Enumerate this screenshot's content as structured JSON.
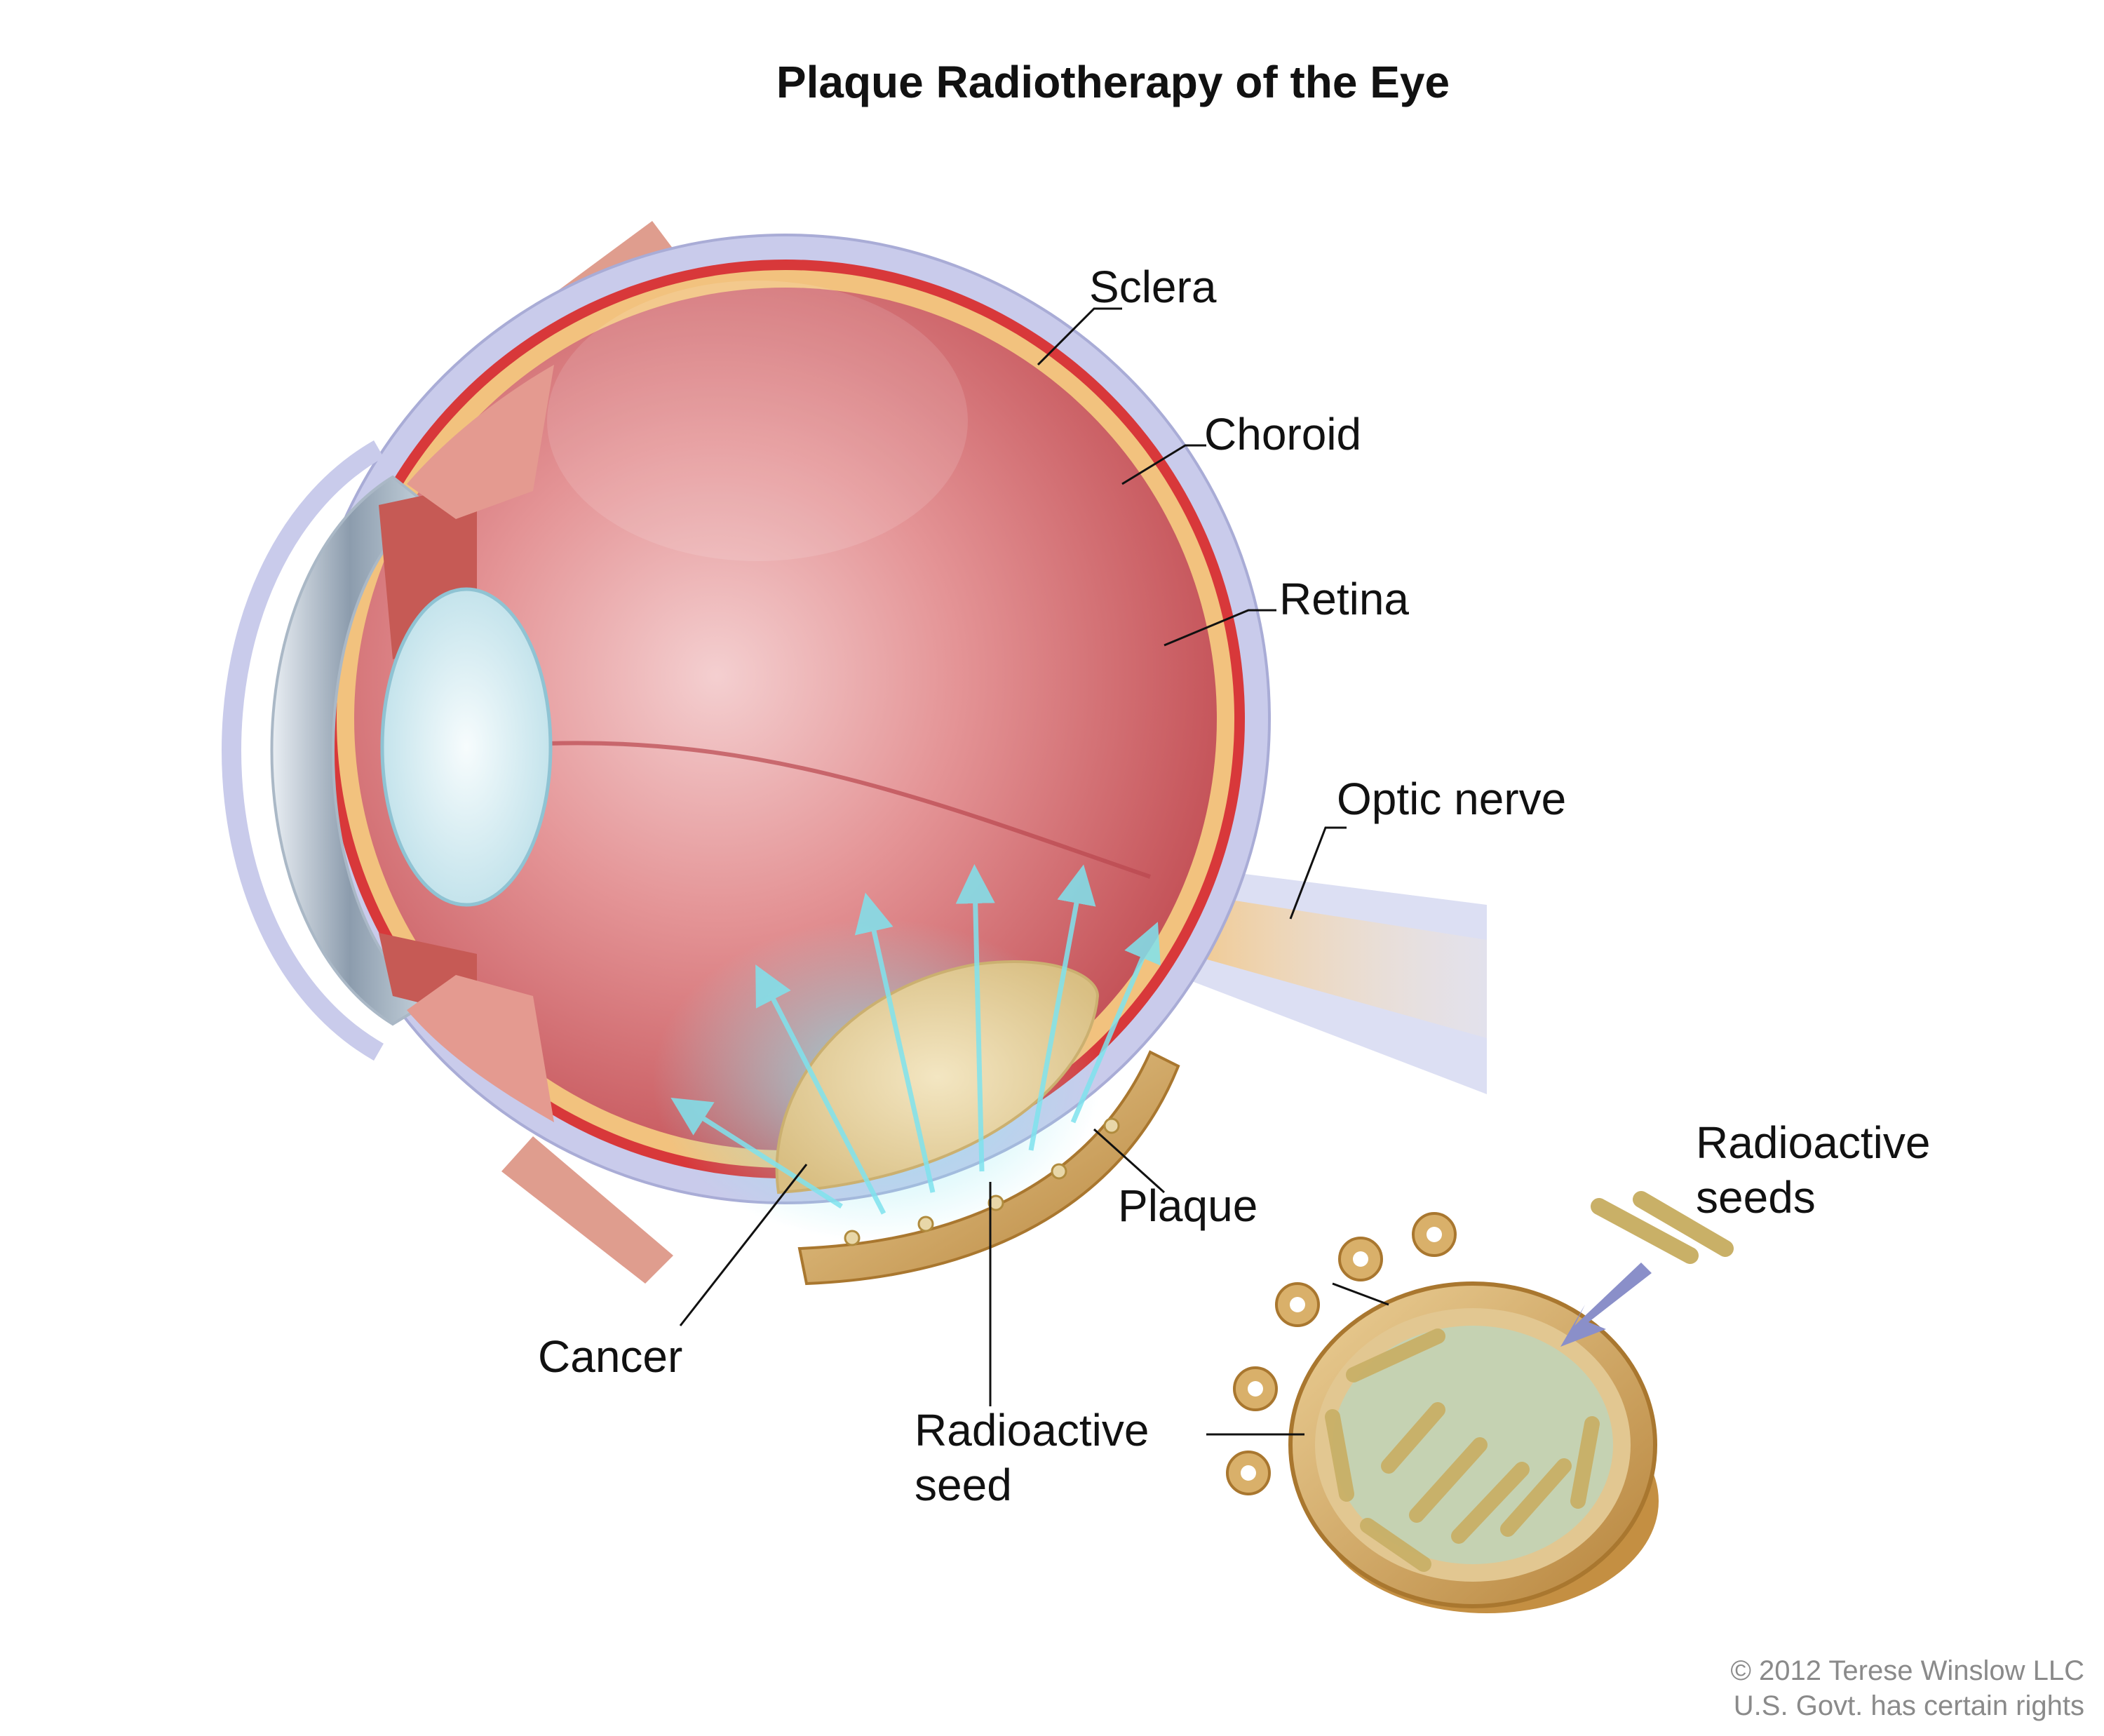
{
  "title": "Plaque Radiotherapy of the Eye",
  "labels": {
    "sclera": "Sclera",
    "choroid": "Choroid",
    "retina": "Retina",
    "optic_nerve": "Optic nerve",
    "plaque": "Plaque",
    "cancer": "Cancer",
    "radioactive_seed_line1": "Radioactive",
    "radioactive_seed_line2": "seed",
    "radioactive_seeds_line1": "Radioactive",
    "radioactive_seeds_line2": "seeds"
  },
  "credit": {
    "line1": "© 2012 Terese Winslow LLC",
    "line2": "U.S. Govt. has certain rights"
  },
  "colors": {
    "sclera": "#c9cbeb",
    "choroid": "#d8383a",
    "retina": "#f2c27e",
    "vitreous": "#d9787c",
    "cornea": "#9aa8b8",
    "lens": "#dff1f6",
    "tumor": "#e8d7a8",
    "plaque": "#d6a85a",
    "radiation": "#58d6e6"
  }
}
